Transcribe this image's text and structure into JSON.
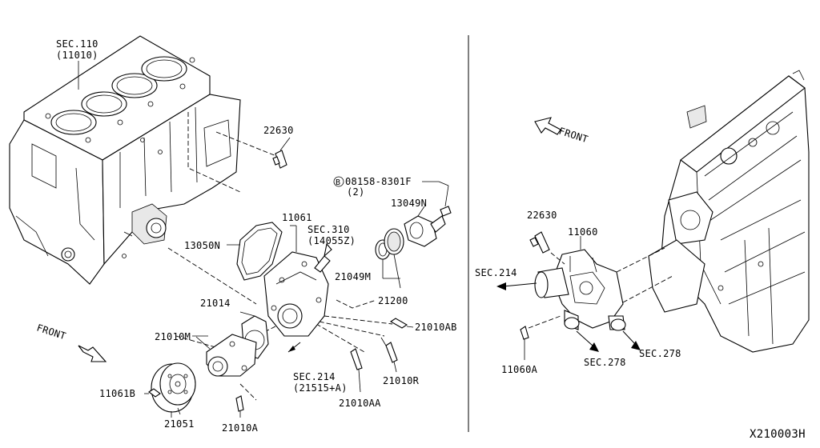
{
  "diagram_id": "X210003H",
  "labels": {
    "sec110": "SEC.110",
    "sec110_sub": "(11010)",
    "p22630_left": "22630",
    "p13050N": "13050N",
    "p11061": "11061",
    "sec310": "SEC.310",
    "sec310_sub": "(14055Z)",
    "bolt_callout": "08158-8301F",
    "bolt_callout_marker": "B",
    "bolt_callout_qty": "(2)",
    "p13049N": "13049N",
    "p21049M": "21049M",
    "p21200": "21200",
    "p21010AB": "21010AB",
    "p21014": "21014",
    "p21010M": "21010M",
    "sec214_left": "SEC.214",
    "sec214_left_sub": "(21515+A)",
    "p21010R": "21010R",
    "p11061B": "11061B",
    "p21051": "21051",
    "p21010A": "21010A",
    "p21010AA": "21010AA",
    "front_left": "FRONT",
    "front_right": "FRONT",
    "p22630_right": "22630",
    "p11060": "11060",
    "sec214_right": "SEC.214",
    "p11060A": "11060A",
    "sec278_a": "SEC.278",
    "sec278_b": "SEC.278"
  }
}
